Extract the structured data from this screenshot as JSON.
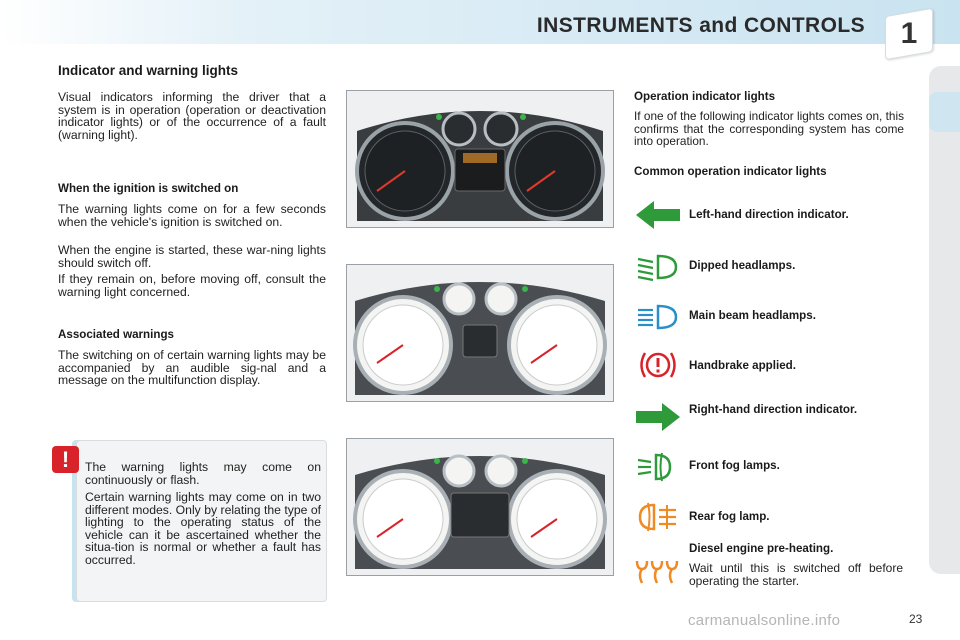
{
  "header": {
    "title": "INSTRUMENTS and CONTROLS",
    "chapter": "1"
  },
  "left": {
    "heading": "Indicator and warning lights",
    "intro": "Visual indicators informing the driver that a system is in operation (operation or deactivation indicator lights) or of the occurrence of a fault (warning light).",
    "ignition_heading": "When the ignition is switched on",
    "ignition_p1": "The warning lights come on for a few seconds when the vehicle's ignition is switched on.",
    "ignition_p2": "When the engine is started, these war-ning lights should switch off.",
    "ignition_p3": "If they remain on, before moving off, consult the warning light concerned.",
    "assoc_heading": "Associated warnings",
    "assoc_p": "The switching on of certain warning lights may be accompanied by an audible sig-nal and a message on the multifunction display."
  },
  "warning_box": {
    "badge": "!",
    "p1": "The warning lights may come on continuously or flash.",
    "p2": "Certain warning lights may come on in two different modes. Only by relating the type of lighting to the operating status of the vehicle can it be ascertained whether the situa-tion is normal or whether a fault has occurred."
  },
  "right": {
    "op_heading": "Operation indicator lights",
    "op_p": "If one of the following indicator lights comes on, this confirms that the corresponding system has come into operation.",
    "common_heading": "Common operation indicator lights",
    "indicators": [
      {
        "label": "Left-hand direction indicator.",
        "icon": "left-arrow-icon"
      },
      {
        "label": "Dipped headlamps.",
        "icon": "dipped-beam-icon"
      },
      {
        "label": "Main beam headlamps.",
        "icon": "main-beam-icon"
      },
      {
        "label": "Handbrake applied.",
        "icon": "handbrake-icon"
      },
      {
        "label": "Right-hand direction indicator.",
        "icon": "right-arrow-icon"
      },
      {
        "label": "Front fog lamps.",
        "icon": "front-fog-icon"
      },
      {
        "label": "Rear fog lamp.",
        "icon": "rear-fog-icon"
      },
      {
        "label": "Diesel engine pre-heating.",
        "icon": "preheating-icon"
      }
    ],
    "preheat_note": "Wait until this is switched off before operating the starter."
  },
  "colors": {
    "green": "#2e9a3a",
    "blue": "#2a8fc9",
    "red": "#d8232a",
    "orange": "#f08a24"
  },
  "footer": {
    "page": "23",
    "watermark": "carmanualsonline.info"
  }
}
